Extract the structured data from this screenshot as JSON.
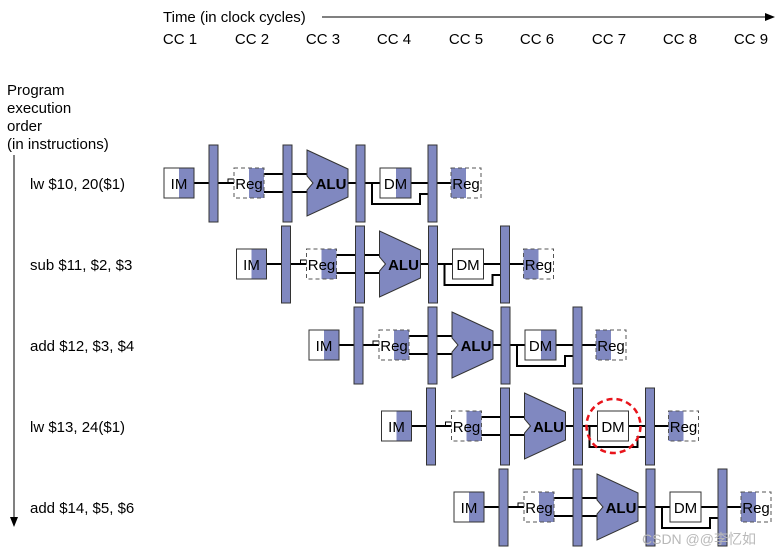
{
  "header": {
    "time_label": "Time (in clock cycles)",
    "clock_cycles": [
      "CC 1",
      "CC 2",
      "CC 3",
      "CC 4",
      "CC 5",
      "CC 6",
      "CC 7",
      "CC 8",
      "CC 9"
    ]
  },
  "order_label": [
    "Program",
    "execution",
    "order",
    "(in instructions)"
  ],
  "stages": {
    "im": "IM",
    "reg_read": "Reg",
    "alu": "ALU",
    "dm": "DM",
    "reg_write": "Reg"
  },
  "instructions": [
    {
      "label": "lw $10, 20($1)",
      "dm_shaded": true,
      "highlight_dm": false
    },
    {
      "label": "sub $11, $2, $3",
      "dm_shaded": false,
      "highlight_dm": false
    },
    {
      "label": "add $12, $3, $4",
      "dm_shaded": true,
      "highlight_dm": false
    },
    {
      "label": "lw $13, 24($1)",
      "dm_shaded": false,
      "highlight_dm": true
    },
    {
      "label": "add $14, $5, $6",
      "dm_shaded": false,
      "highlight_dm": false
    }
  ],
  "colors": {
    "unit_fill": "#8088c0",
    "highlight": "#e8141b"
  },
  "watermark": "CSDN @@李忆如"
}
